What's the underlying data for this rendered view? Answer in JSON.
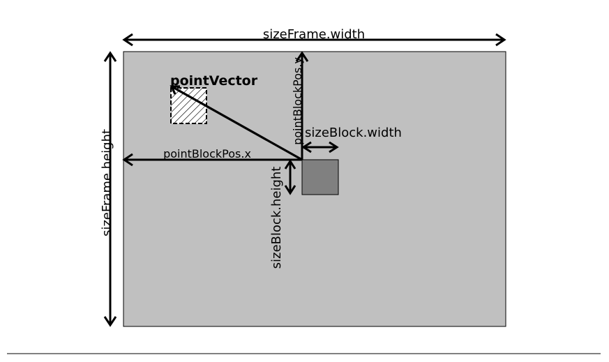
{
  "diagram": {
    "labels": {
      "frame_width": "sizeFrame.width",
      "frame_height": "sizeFrame.height",
      "point_vector": "pointVector",
      "block_pos_y": "pointBlockPos.y",
      "block_pos_x": "pointBlockPos.x",
      "block_width": "sizeBlock.width",
      "block_height": "sizeBlock.height"
    },
    "colors": {
      "frame_fill": "#c0c0c0",
      "block_fill": "#808080",
      "stroke": "#000000",
      "background": "#ffffff"
    }
  }
}
